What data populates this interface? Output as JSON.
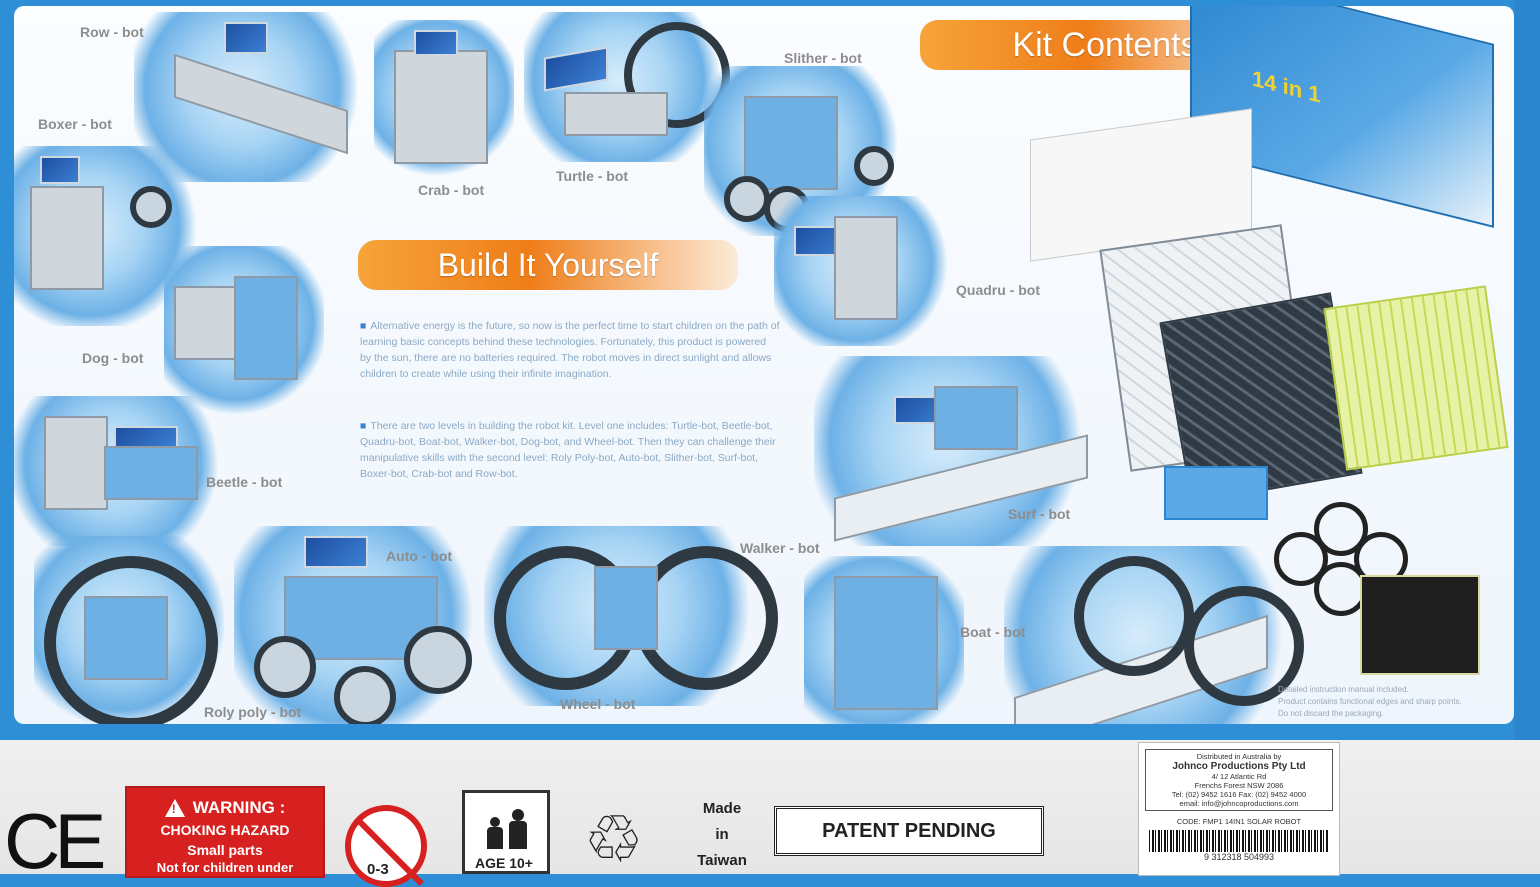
{
  "headings": {
    "build": "Build It Yourself",
    "kit": "Kit Contents"
  },
  "bots": [
    {
      "id": "row",
      "label": "Row - bot"
    },
    {
      "id": "boxer",
      "label": "Boxer - bot"
    },
    {
      "id": "crab",
      "label": "Crab - bot"
    },
    {
      "id": "turtle",
      "label": "Turtle - bot"
    },
    {
      "id": "slither",
      "label": "Slither - bot"
    },
    {
      "id": "dog",
      "label": "Dog - bot"
    },
    {
      "id": "quadru",
      "label": "Quadru - bot"
    },
    {
      "id": "beetle",
      "label": "Beetle - bot"
    },
    {
      "id": "surf",
      "label": "Surf - bot"
    },
    {
      "id": "auto",
      "label": "Auto - bot"
    },
    {
      "id": "walker",
      "label": "Walker - bot"
    },
    {
      "id": "boat",
      "label": "Boat - bot"
    },
    {
      "id": "roly",
      "label": "Roly poly - bot"
    },
    {
      "id": "wheel",
      "label": "Wheel - bot"
    }
  ],
  "paragraphs": [
    "Alternative energy is the future, so now is the perfect time to start children on the path of learning basic concepts behind these technologies. Fortunately, this product is powered by the sun, there are no batteries required. The robot moves in direct sunlight and allows children to create while using their infinite imagination.",
    "There are two levels in building the robot kit. Level one includes: Turtle-bot, Beetle-bot, Quadru-bot, Boat-bot, Walker-bot, Dog-bot, and Wheel-bot. Then they can challenge their manipulative skills with the second level: Roly Poly-bot, Auto-bot, Slither-bot, Surf-bot, Boxer-bot, Crab-bot and Row-bot."
  ],
  "fine_print": [
    "Detailed instruction manual included.",
    "Product contains functional edges and sharp points.",
    "Do not discard the packaging."
  ],
  "box_art_text": "14 in 1",
  "bottom": {
    "ce_mark": "CE",
    "warning_title": "WARNING :",
    "warning_line1": "CHOKING HAZARD",
    "warning_line2": "Small parts",
    "warning_line3": "Not for children under",
    "no_age": "0-3",
    "age": "AGE 10+",
    "made_in": [
      "Made",
      "in",
      "Taiwan"
    ],
    "patent": "PATENT PENDING"
  },
  "distributor": {
    "line1": "Distributed in Australia by",
    "company": "Johnco Productions Pty Ltd",
    "address1": "4/ 12 Atlantic Rd",
    "address2": "Frenchs Forest NSW 2086",
    "phone": "Tel: (02) 9452 1616  Fax: (02) 9452 4000",
    "email": "email: info@johncoproductions.com",
    "code": "CODE: FMP1 14IN1 SOLAR ROBOT",
    "barcode_digits": "9 312318 504993"
  },
  "colors": {
    "background_blue": "#2f8fd6",
    "heading_orange": "#ef7d18",
    "warning_red": "#d72121"
  }
}
